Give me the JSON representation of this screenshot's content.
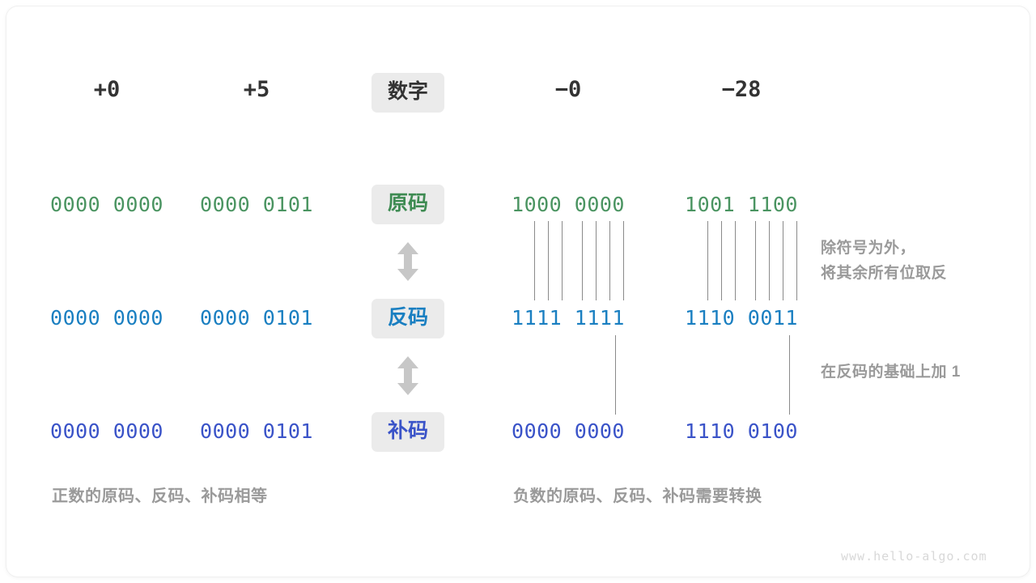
{
  "figure": {
    "watermark": "www.hello-algo.com"
  },
  "headers": {
    "pos_zero": "+0",
    "pos_five": "+5",
    "label": "数字",
    "neg_zero": "−0",
    "neg_28": "−28"
  },
  "rows": [
    {
      "key": "sign_magnitude",
      "label": "原码",
      "color": "#4a9461",
      "values": {
        "pos_zero": "0000 0000",
        "pos_five": "0000 0101",
        "neg_zero": "1000 0000",
        "neg_28": "1001 1100"
      }
    },
    {
      "key": "ones_complement",
      "label": "反码",
      "color": "#1a7fc1",
      "values": {
        "pos_zero": "0000 0000",
        "pos_five": "0000 0101",
        "neg_zero": "1111 1111",
        "neg_28": "1110 0011"
      }
    },
    {
      "key": "twos_complement",
      "label": "补码",
      "color": "#3a53c8",
      "values": {
        "pos_zero": "0000 0000",
        "pos_five": "0000 0101",
        "neg_zero": "0000 0000",
        "neg_28": "1110 0100"
      }
    }
  ],
  "notes": {
    "invert": "除符号为外，\n将其余所有位取反",
    "add_one": "在反码的基础上加  1"
  },
  "captions": {
    "positive": "正数的原码、反码、补码相等",
    "negative": "负数的原码、反码、补码需要转换"
  },
  "icons": {
    "arrow_updown": "double-arrow-vertical"
  }
}
